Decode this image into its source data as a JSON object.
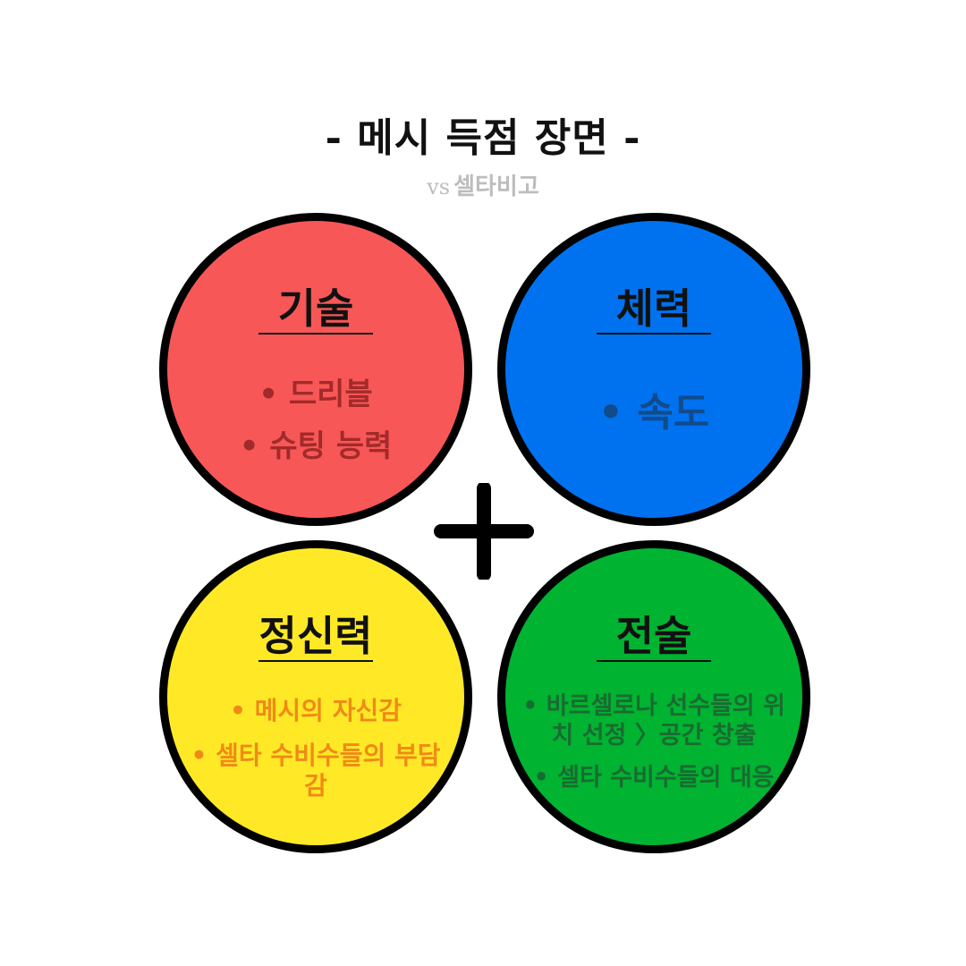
{
  "title": "- 메시 득점 장면 -",
  "subtitle": {
    "vs": "vs",
    "text": "셀타비고"
  },
  "circles": {
    "technique": {
      "heading": "기술",
      "items": [
        "• 드리블",
        "• 슈팅 능력"
      ],
      "color": "#f85757"
    },
    "physical": {
      "heading": "체력",
      "items": [
        "• 속도"
      ],
      "color": "#0072f0"
    },
    "mental": {
      "heading": "정신력",
      "items": [
        "• 메시의 자신감",
        "• 셀타 수비수들의 부담감"
      ],
      "color": "#ffe927"
    },
    "tactics": {
      "heading": "전술",
      "items": [
        "• 바르셀로나 선수들의 위치 선정 〉공간 창출",
        "• 셀타 수비수들의 대응"
      ],
      "color": "#00b331"
    }
  },
  "plus_icon": "plus-icon"
}
